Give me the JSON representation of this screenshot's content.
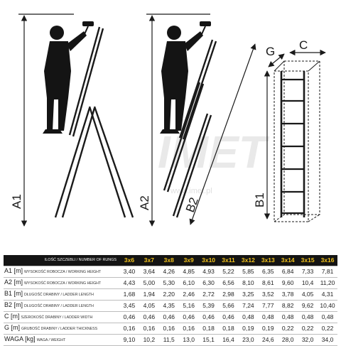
{
  "diagram": {
    "labels": {
      "a1": "A1",
      "a2": "A2",
      "b2": "B2",
      "b1": "B1",
      "g": "G",
      "c": "C"
    },
    "watermark": {
      "brand": "IMET",
      "url": "www.imet.pl"
    },
    "colors": {
      "silhouette": "#141414",
      "line": "#1a1a1a",
      "header_bg": "#141414",
      "header_text": "#f3c21b"
    },
    "icons": [
      "worker-silhouette-icon",
      "paint-roller-icon",
      "ladder-rung-icon"
    ]
  },
  "table": {
    "header_label": "ILOŚĆ SZCZEBLI / NUMBER OF RUNGS",
    "columns": [
      "3x6",
      "3x7",
      "3x8",
      "3x9",
      "3x10",
      "3x11",
      "3x12",
      "3x13",
      "3x14",
      "3x15",
      "3x16"
    ],
    "rows": [
      {
        "code": "A1 [m]",
        "desc": "WYSOKOŚĆ ROBOCZA / WORKING HEIGHT",
        "values": [
          "3,40",
          "3,64",
          "4,26",
          "4,85",
          "4,93",
          "5,22",
          "5,85",
          "6,35",
          "6,84",
          "7,33",
          "7,81"
        ]
      },
      {
        "code": "A2 [m]",
        "desc": "WYSOKOŚĆ ROBOCZA / WORKING HEIGHT",
        "values": [
          "4,43",
          "5,00",
          "5,30",
          "6,10",
          "6,30",
          "6,56",
          "8,10",
          "8,61",
          "9,60",
          "10,4",
          "11,20"
        ]
      },
      {
        "code": "B1 [m]",
        "desc": "DŁUGOŚĆ DRABINY / LADDER LENGTH",
        "values": [
          "1,68",
          "1,94",
          "2,20",
          "2,46",
          "2,72",
          "2,98",
          "3,25",
          "3,52",
          "3,78",
          "4,05",
          "4,31"
        ]
      },
      {
        "code": "B2 [m]",
        "desc": "DŁUGOŚĆ DRABINY / LADDER LENGTH",
        "values": [
          "3,45",
          "4,05",
          "4,35",
          "5,16",
          "5,39",
          "5,66",
          "7,24",
          "7,77",
          "8,82",
          "9,62",
          "10,40"
        ]
      },
      {
        "code": "C [m]",
        "desc": "SZEROKOŚĆ DRABINY / LADDER WIDTH",
        "values": [
          "0,46",
          "0,46",
          "0,46",
          "0,46",
          "0,46",
          "0,46",
          "0,48",
          "0,48",
          "0,48",
          "0,48",
          "0,48"
        ]
      },
      {
        "code": "G [m]",
        "desc": "GRUBOŚĆ DRABINY / LADDER THICKNESS",
        "values": [
          "0,16",
          "0,16",
          "0,16",
          "0,16",
          "0,18",
          "0,18",
          "0,19",
          "0,19",
          "0,22",
          "0,22",
          "0,22"
        ]
      },
      {
        "code": "WAGA [kg]",
        "desc": "WAGA / WEIGHT",
        "values": [
          "9,10",
          "10,2",
          "11,5",
          "13,0",
          "15,1",
          "16,4",
          "23,0",
          "24,6",
          "28,0",
          "32,0",
          "34,0"
        ]
      }
    ]
  }
}
